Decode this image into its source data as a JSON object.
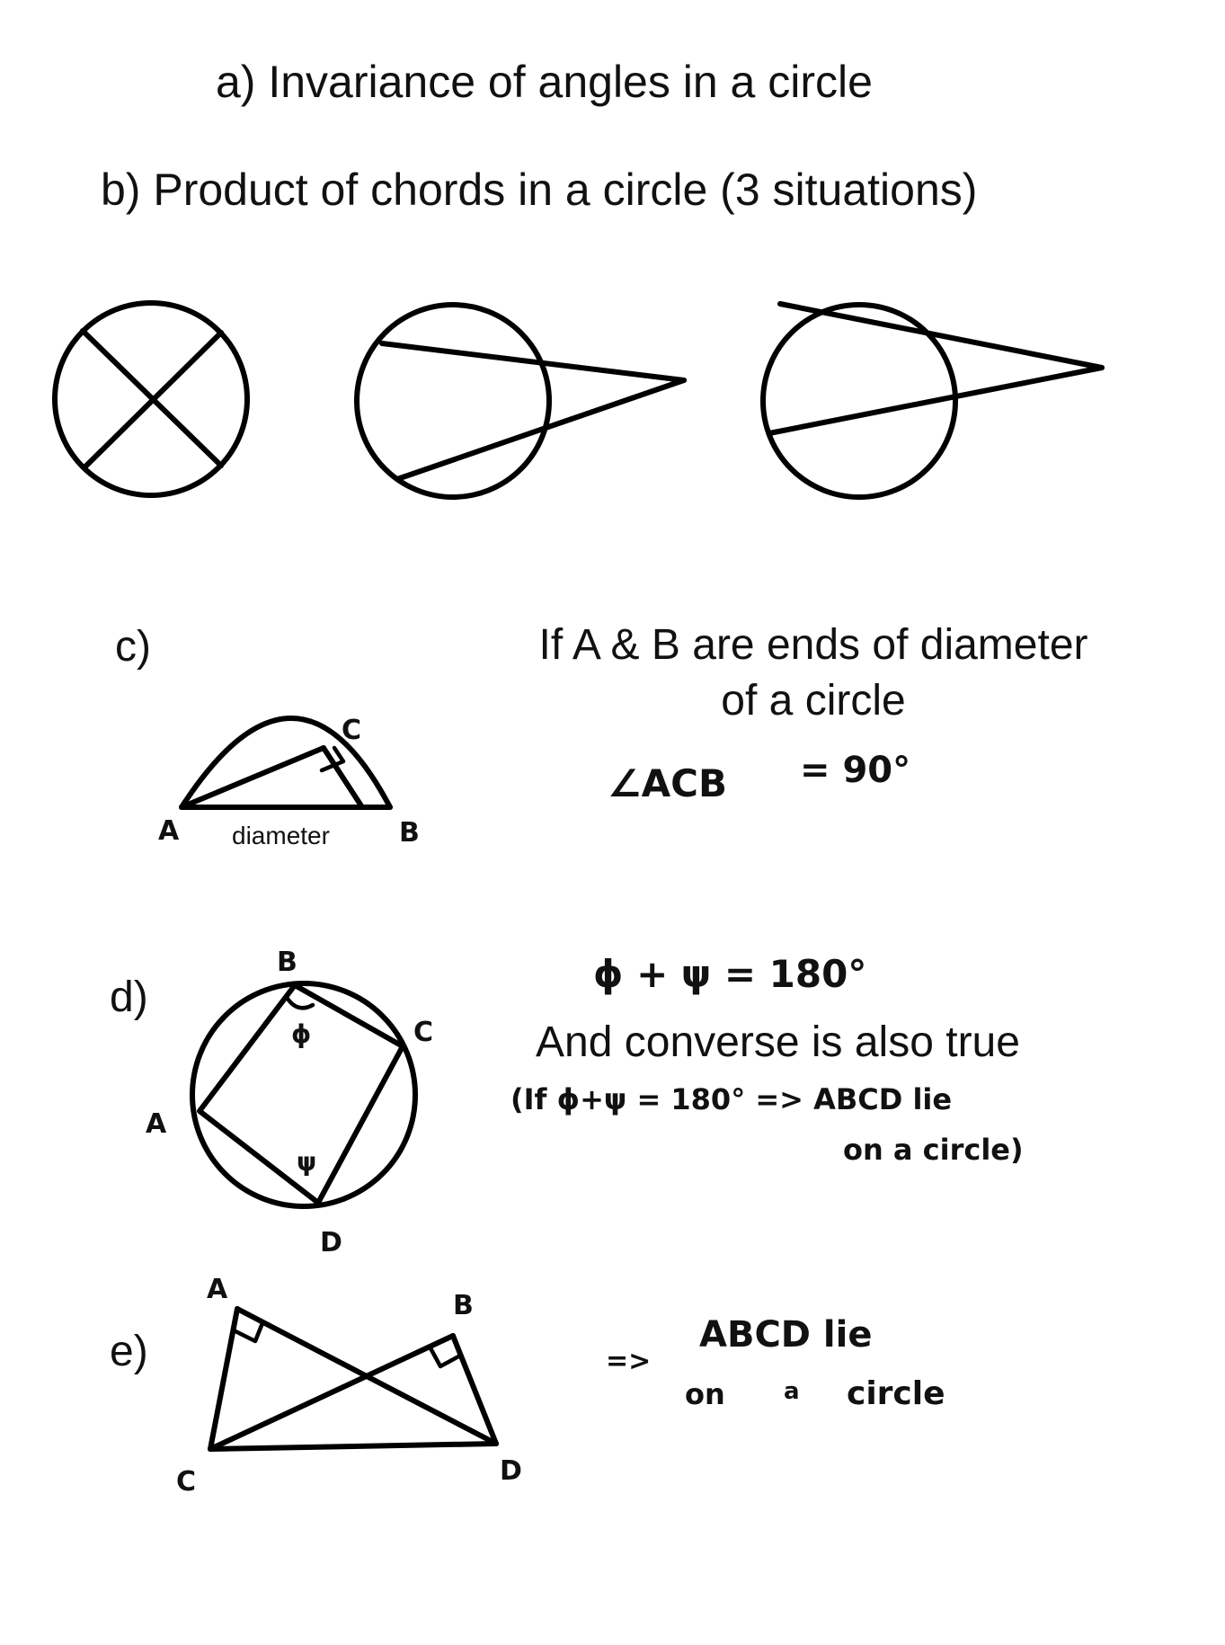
{
  "headings": {
    "a": "a) Invariance of angles in a circle",
    "b": "b) Product of chords in a circle (3 situations)"
  },
  "section_c": {
    "label": "c)",
    "statement_line1": "If A & B are ends of diameter",
    "statement_line2": "of a circle",
    "diameter_label": "diameter",
    "points": {
      "a": "A",
      "b": "B",
      "c": "C"
    },
    "result_angle": "∠ACB",
    "result_value": "= 90°"
  },
  "section_d": {
    "label": "d)",
    "equation": "ϕ + ψ = 180°",
    "converse": "And converse is also true",
    "converse_note_line1": "(If  ϕ+ψ = 180°  => ABCD lie",
    "converse_note_line2": "on a circle)",
    "points": {
      "a": "A",
      "b": "B",
      "c": "C",
      "d": "D"
    },
    "angle_phi": "ϕ",
    "angle_psi": "ψ"
  },
  "section_e": {
    "label": "e)",
    "points": {
      "a": "A",
      "b": "B",
      "c": "C",
      "d": "D"
    },
    "conclusion_arrow": "=>",
    "conclusion_line1": "ABCD lie",
    "conclusion_on": "on",
    "conclusion_a": "a",
    "conclusion_circle": "circle"
  }
}
